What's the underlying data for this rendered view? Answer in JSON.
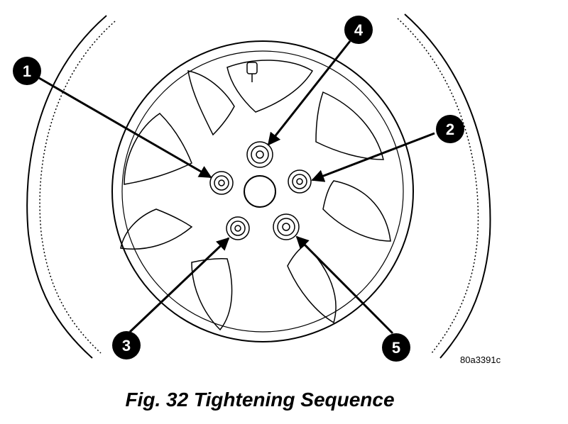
{
  "figure": {
    "caption": "Fig. 32 Tightening Sequence",
    "figure_id": "80a3391c"
  },
  "callouts": [
    {
      "number": "1",
      "label": "1"
    },
    {
      "number": "2",
      "label": "2"
    },
    {
      "number": "3",
      "label": "3"
    },
    {
      "number": "4",
      "label": "4"
    },
    {
      "number": "5",
      "label": "5"
    }
  ],
  "colors": {
    "ink": "#000000",
    "paper": "#ffffff"
  }
}
